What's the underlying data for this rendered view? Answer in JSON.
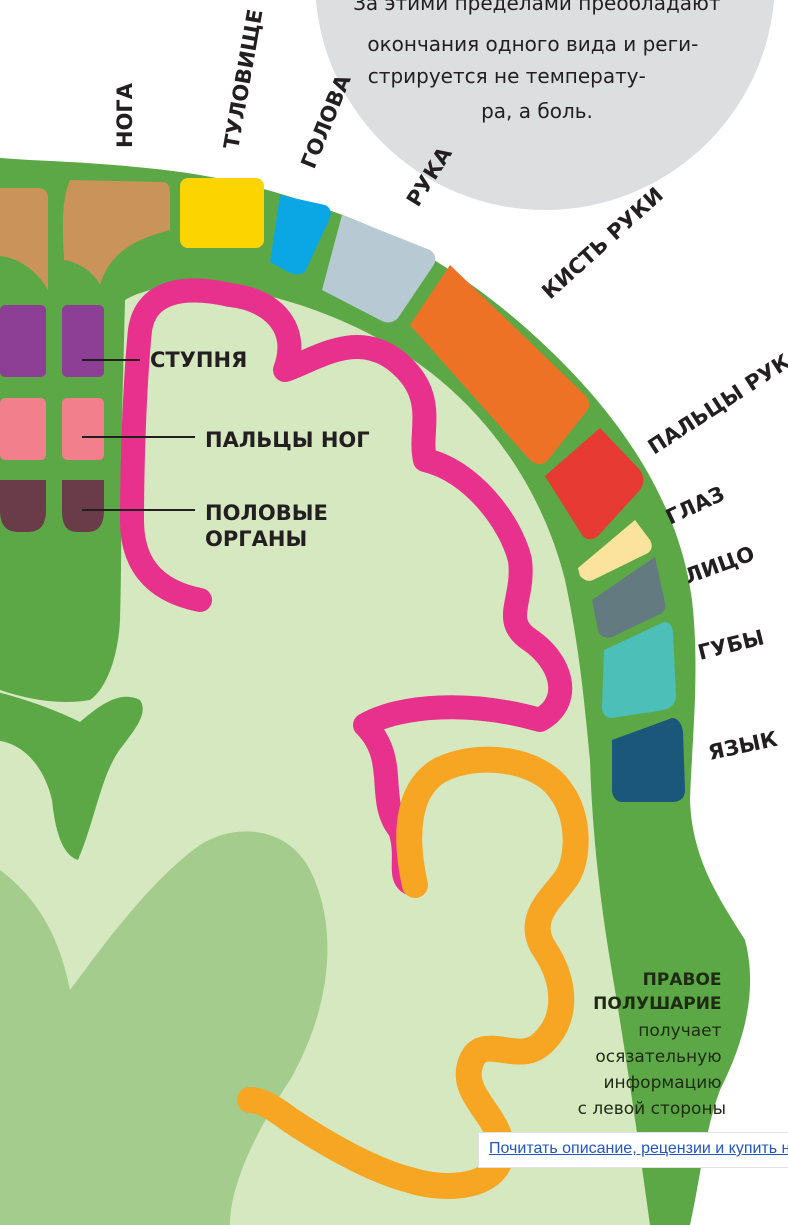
{
  "callout": {
    "lines": [
      "За этими пределами преобладают",
      "окончания одного вида и реги-",
      "стрируется не температу-",
      "ра, а боль."
    ]
  },
  "regions": {
    "leg": "НОГА",
    "torso": "ТУЛОВИЩЕ",
    "head": "ГОЛОВА",
    "arm": "РУКА",
    "hand": "КИСТЬ РУКИ",
    "fingers": "ПАЛЬЦЫ РУК",
    "eye": "ГЛАЗ",
    "face": "ЛИЦО",
    "lips": "ГУБЫ",
    "tongue": "ЯЗЫК",
    "foot": "СТУПНЯ",
    "toes": "ПАЛЬЦЫ НОГ",
    "genitals_line1": "ПОЛОВЫЕ",
    "genitals_line2": "ОРГАНЫ"
  },
  "hemisphere": {
    "title_line1": "ПРАВОЕ",
    "title_line2": "ПОЛУШАРИЕ",
    "text": [
      "получает",
      "осязательную",
      "информацию",
      "с левой стороны"
    ]
  },
  "read_more_link": "Почитать описание, рецензии и купить на сайте",
  "colors": {
    "cortex_green": "#5ca846",
    "white_matter": "#d6e8c0",
    "inner_shade": "#a4cc8c",
    "sensory_pink": "#e8318c",
    "orange_band": "#f6a623",
    "callout_gray": "#dcdedf",
    "leg": "#c9935a",
    "torso": "#fcd500",
    "head": "#0aa7e4",
    "arm": "#b7cad4",
    "hand": "#ee7226",
    "fingers": "#e63a33",
    "eye": "#fbe39e",
    "face": "#627a80",
    "lips": "#4cbfb8",
    "tongue": "#1b577b",
    "foot": "#8d3f96",
    "toes": "#f17f8c",
    "genitals": "#6a3b49",
    "link": "#2255c5"
  }
}
